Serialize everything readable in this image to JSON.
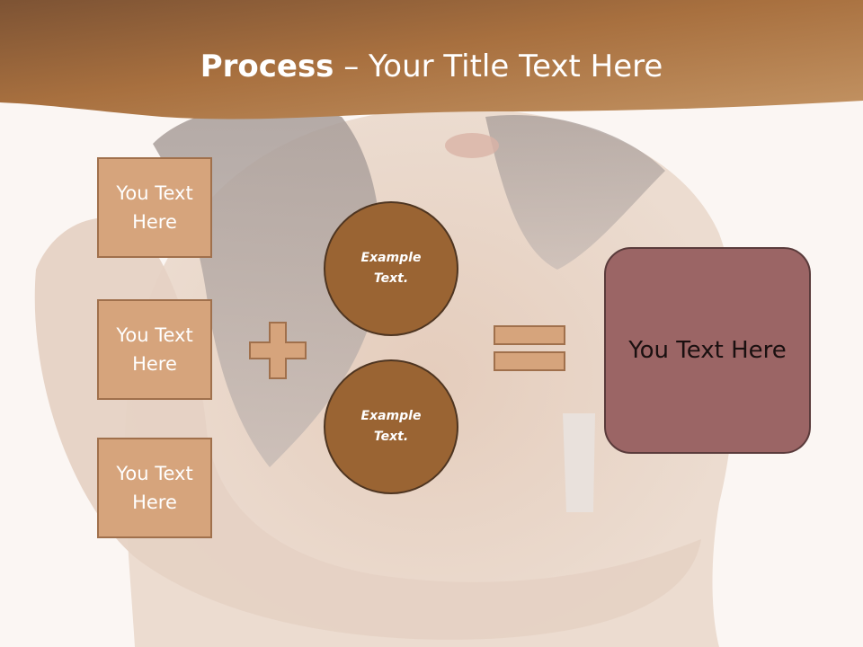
{
  "title": {
    "bold": "Process",
    "rest": " – Your Title Text Here"
  },
  "diagram": {
    "inputs": [
      {
        "label": "You Text Here"
      },
      {
        "label": "You Text Here"
      },
      {
        "label": "You Text Here"
      }
    ],
    "circles": [
      {
        "label": "Example Text."
      },
      {
        "label": "Example Text."
      }
    ],
    "result": {
      "label": "You Text Here"
    }
  },
  "icons": {
    "plus": "plus-icon",
    "equals": "equals-icon"
  },
  "colors": {
    "header": "#b98450",
    "box_fill": "#d6a47c",
    "box_border": "#a0704c",
    "circle_fill": "#9a6433",
    "result_fill": "#9b6565"
  }
}
